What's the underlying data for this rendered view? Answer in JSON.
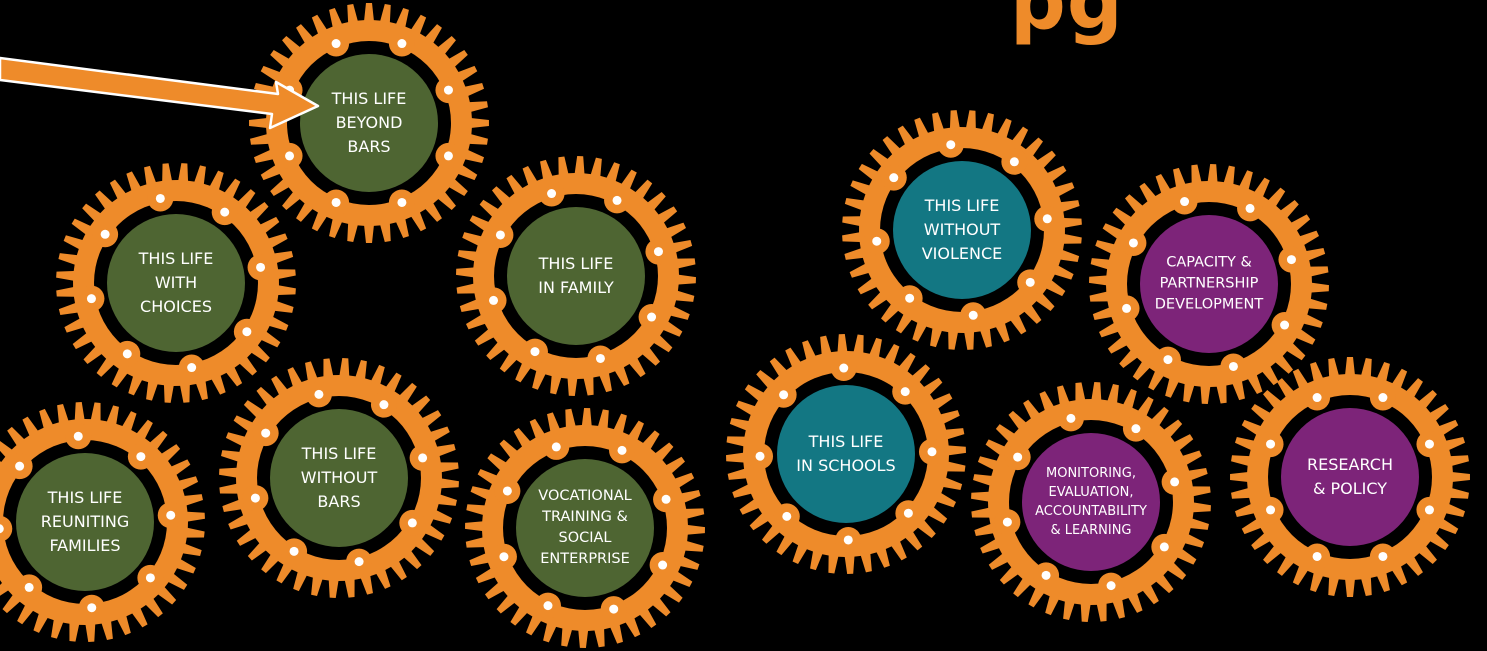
{
  "colors": {
    "background": "#000000",
    "gear": "#ee8b2a",
    "hole": "#ffffff",
    "arrow_fill": "#ee8b2a",
    "arrow_stroke": "#ffffff",
    "green": "#4e6532",
    "teal": "#137783",
    "purple": "#7d2479",
    "heading": "#ee8b2a"
  },
  "heading_fragment": "pg",
  "pointer_arrow": {
    "icon": "arrow-right-icon",
    "points_to": "this-life-beyond-bars"
  },
  "gears": [
    {
      "id": "this-life-beyond-bars",
      "label": "THIS LIFE\nBEYOND\nBARS",
      "fill": "green",
      "cluster": "left"
    },
    {
      "id": "this-life-with-choices",
      "label": "THIS LIFE\nWITH\nCHOICES",
      "fill": "green",
      "cluster": "left"
    },
    {
      "id": "this-life-in-family",
      "label": "THIS LIFE\nIN FAMILY",
      "fill": "green",
      "cluster": "left"
    },
    {
      "id": "this-life-reuniting-families",
      "label": "THIS LIFE\nREUNITING\nFAMILIES",
      "fill": "green",
      "cluster": "left"
    },
    {
      "id": "this-life-without-bars",
      "label": "THIS LIFE\nWITHOUT\nBARS",
      "fill": "green",
      "cluster": "left"
    },
    {
      "id": "vocational-training-social-enterprise",
      "label": "VOCATIONAL\nTRAINING &\nSOCIAL\nENTERPRISE",
      "fill": "green",
      "cluster": "left"
    },
    {
      "id": "this-life-without-violence",
      "label": "THIS LIFE\nWITHOUT\nVIOLENCE",
      "fill": "teal",
      "cluster": "right"
    },
    {
      "id": "capacity-partnership-development",
      "label": "CAPACITY &\nPARTNERSHIP\nDEVELOPMENT",
      "fill": "purple",
      "cluster": "right"
    },
    {
      "id": "this-life-in-schools",
      "label": "THIS LIFE\nIN SCHOOLS",
      "fill": "teal",
      "cluster": "right"
    },
    {
      "id": "monitoring-evaluation-accountability-learning",
      "label": "MONITORING,\nEVALUATION,\nACCOUNTABILITY\n& LEARNING",
      "fill": "purple",
      "cluster": "right"
    },
    {
      "id": "research-policy",
      "label": "RESEARCH\n& POLICY",
      "fill": "purple",
      "cluster": "right"
    }
  ]
}
